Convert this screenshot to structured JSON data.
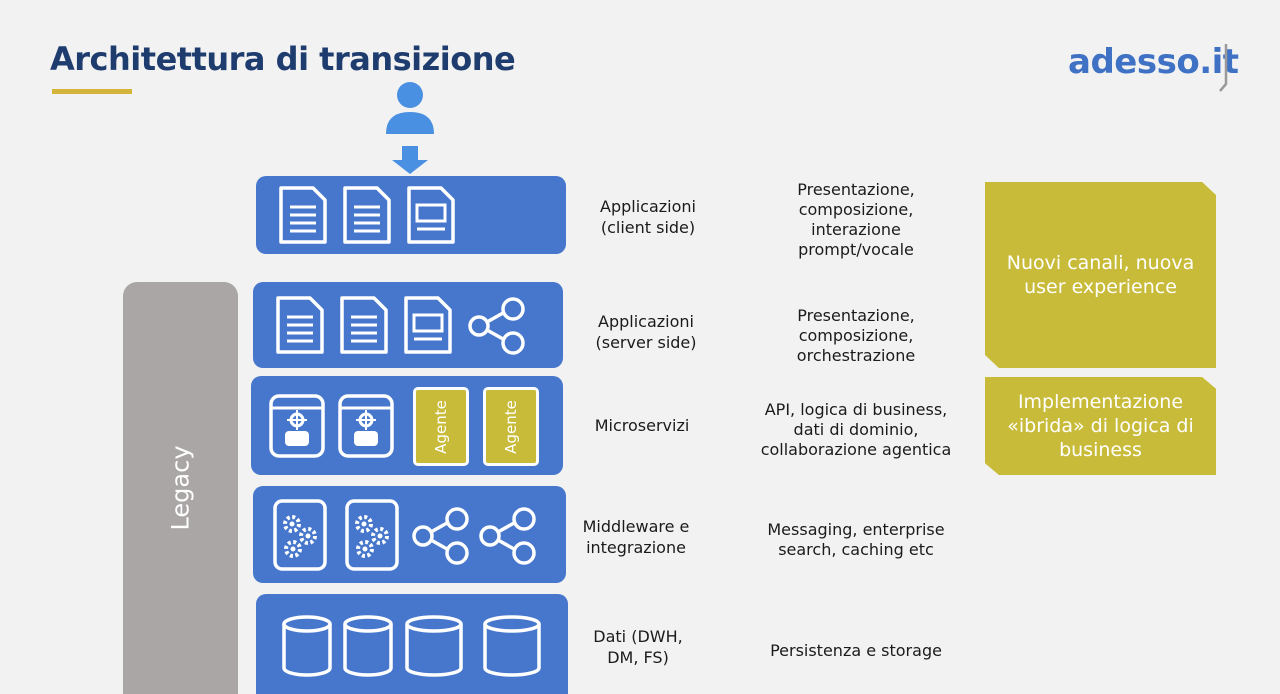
{
  "header": {
    "title": "Architettura di transizione",
    "logo_main": "adesso",
    "logo_dot": ".",
    "logo_tld": "it"
  },
  "legacy": {
    "label": "Legacy"
  },
  "layers": [
    {
      "label": "Applicazioni\n(client side)",
      "description": "Presentazione,\ncomposizione,\ninterazione\nprompt/vocale"
    },
    {
      "label": "Applicazioni\n(server side)",
      "description": "Presentazione,\ncomposizione,\norchestrazione"
    },
    {
      "label": "Microservizi",
      "description": "API, logica di business,\ndati di dominio,\ncollaborazione agentica",
      "agents": [
        "Agente",
        "Agente"
      ]
    },
    {
      "label": "Middleware e\nintegrazione",
      "description": "Messaging, enterprise\nsearch, caching etc"
    },
    {
      "label": "Dati (DWH,\nDM, FS)",
      "description": "Persistenza e storage"
    }
  ],
  "callouts": [
    {
      "text": "Nuovi canali, nuova\nuser experience"
    },
    {
      "text": "Implementazione\n«ibrida» di logica di\nbusiness"
    }
  ],
  "colors": {
    "layer_blue": "#4677cc",
    "accent_yellow": "#c9bb3a",
    "legacy_gray": "#aaa6a6",
    "title_navy": "#1e3c6e"
  }
}
